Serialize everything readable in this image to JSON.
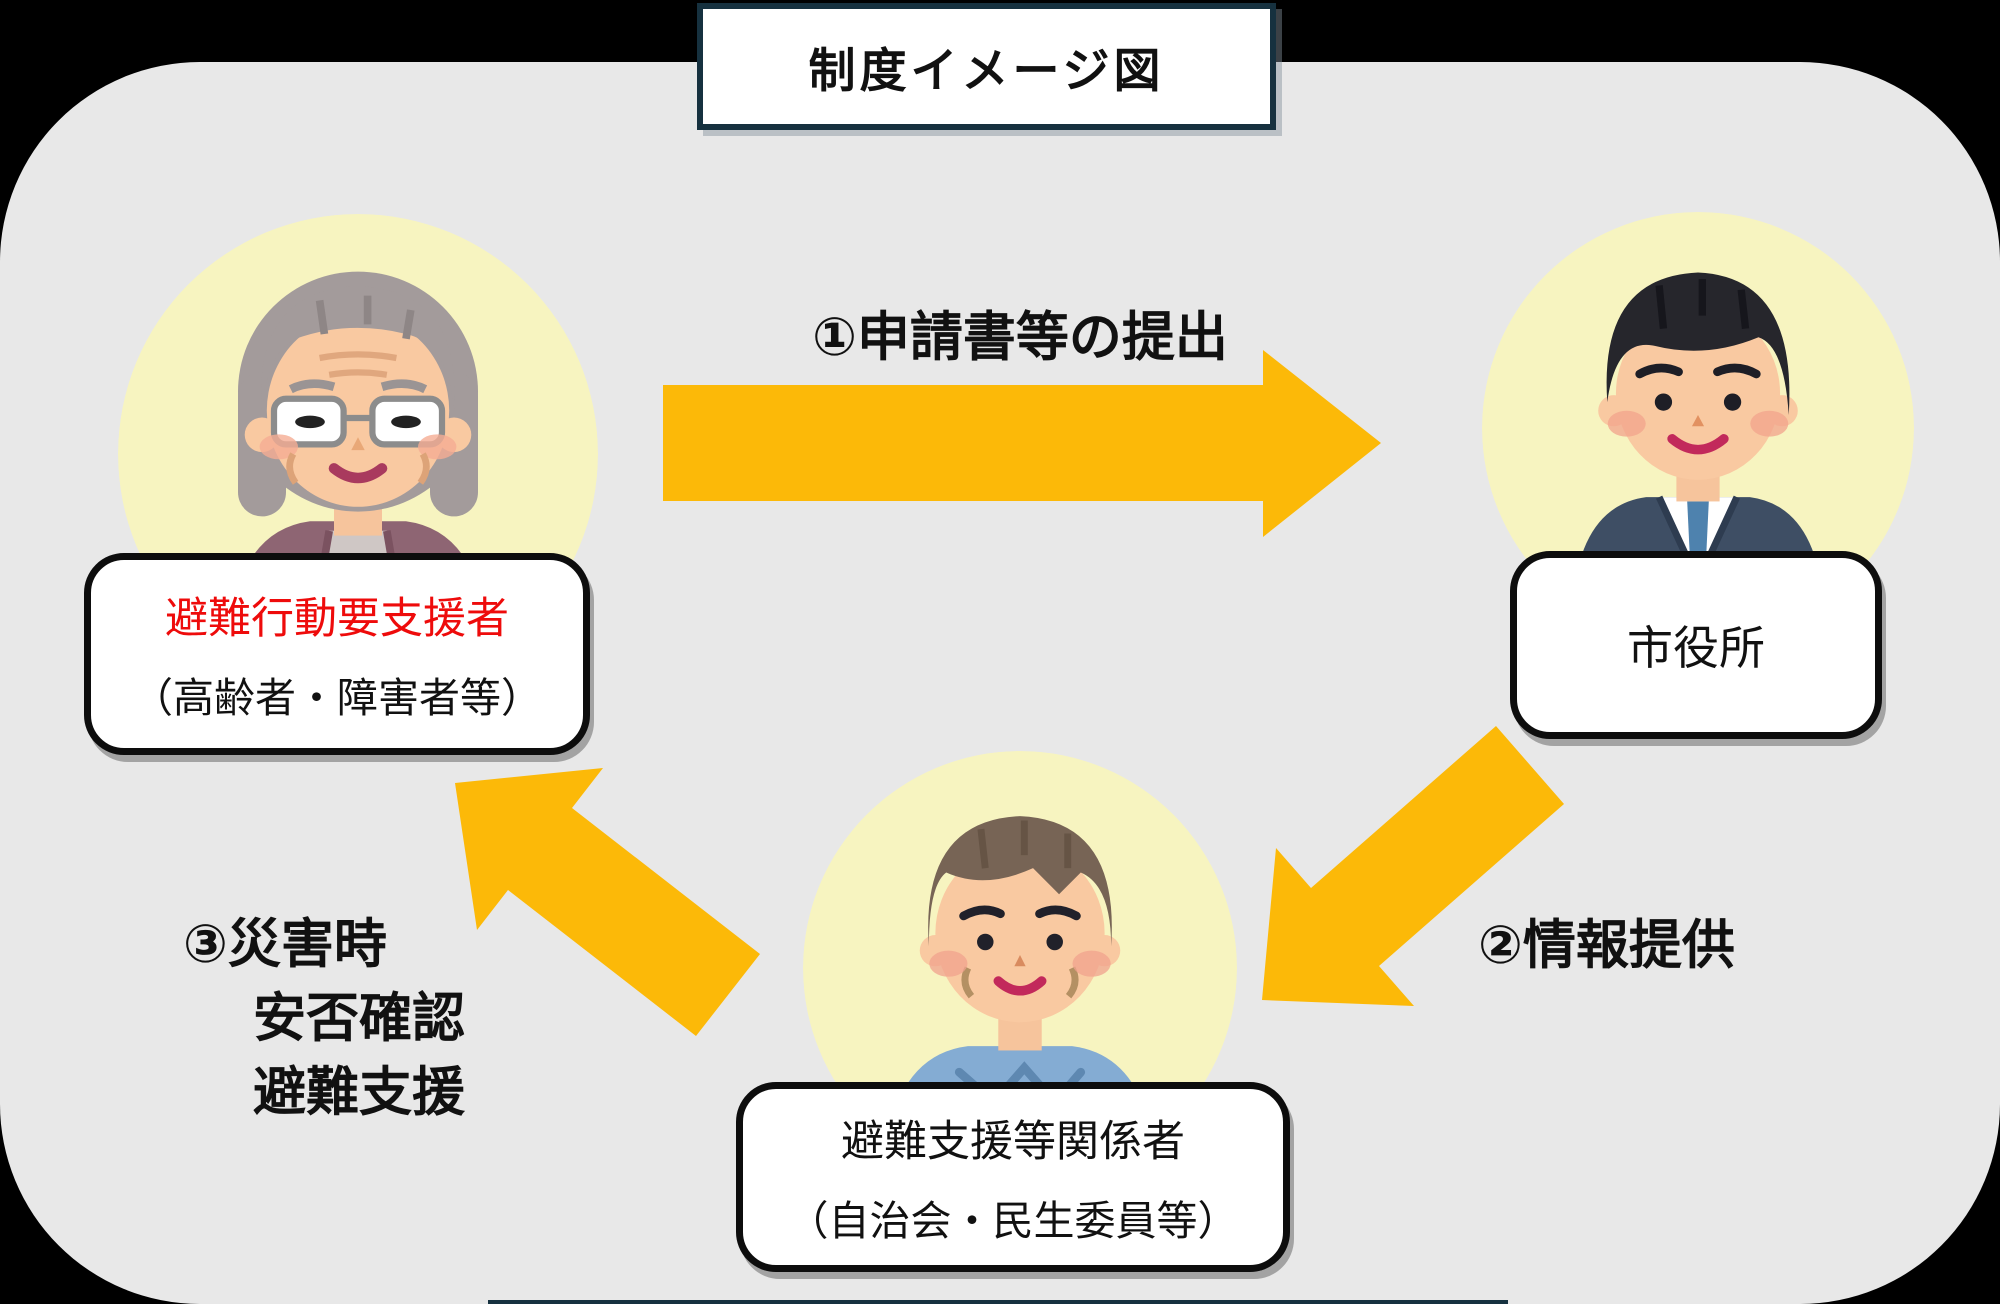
{
  "title": "制度イメージ図",
  "colors": {
    "panel_bg": "#e8e8e8",
    "arrow": "#fcb908",
    "title_border": "#16313f",
    "label_border": "#0d0d0d",
    "highlight_red": "#ee0b0b",
    "circle_bg": "#f7f4c0"
  },
  "actors": {
    "person_in_need": {
      "label_main": "避難行動要支援者",
      "label_sub": "（高齢者・障害者等）",
      "illustration": "elderly-woman-illustration"
    },
    "city_office": {
      "label_main": "市役所",
      "illustration": "office-worker-illustration"
    },
    "supporters": {
      "label_main": "避難支援等関係者",
      "label_sub": "（自治会・民生委員等）",
      "illustration": "middle-aged-man-illustration"
    }
  },
  "flows": {
    "f1": {
      "label": "①申請書等の提出",
      "from": "person_in_need",
      "to": "city_office"
    },
    "f2": {
      "label": "②情報提供",
      "from": "city_office",
      "to": "supporters"
    },
    "f3": {
      "line1": "③災害時",
      "line2": "安否確認",
      "line3": "避難支援",
      "from": "supporters",
      "to": "person_in_need"
    }
  }
}
